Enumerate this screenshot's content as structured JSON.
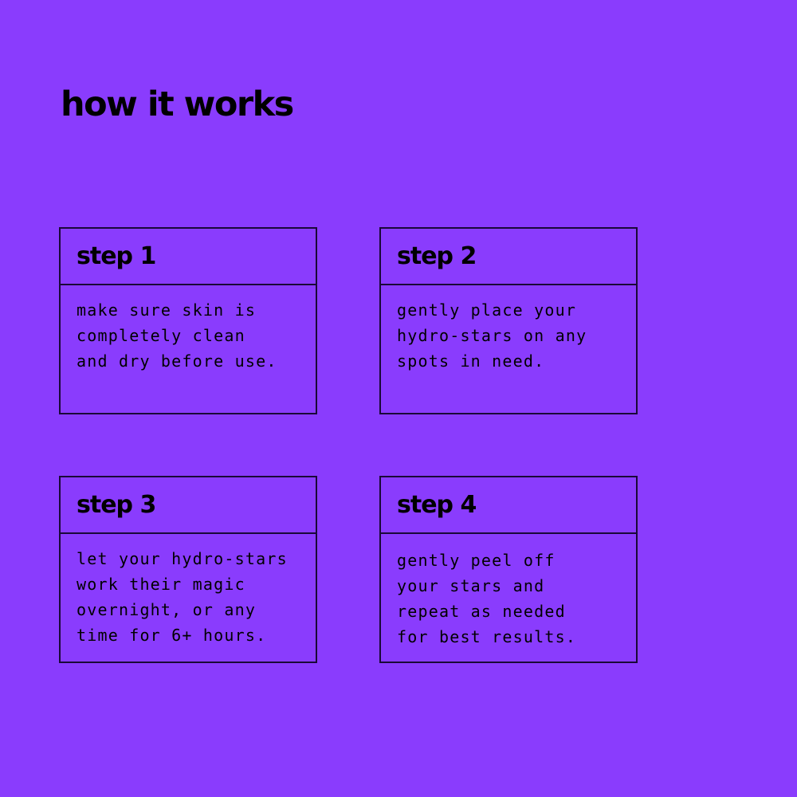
{
  "page": {
    "title": "how it works",
    "background": "#8a3cfd"
  },
  "steps": [
    {
      "title": "step 1",
      "description": "make sure skin is\ncompletely clean\nand dry before use."
    },
    {
      "title": "step 2",
      "description": "gently place your\nhydro-stars on any\nspots in need."
    },
    {
      "title": "step 3",
      "description": "let your hydro-stars\nwork their magic\novernight, or any\ntime for 6+ hours."
    },
    {
      "title": "step 4",
      "description": "gently peel off\nyour stars and\nrepeat as needed\nfor best results."
    }
  ]
}
